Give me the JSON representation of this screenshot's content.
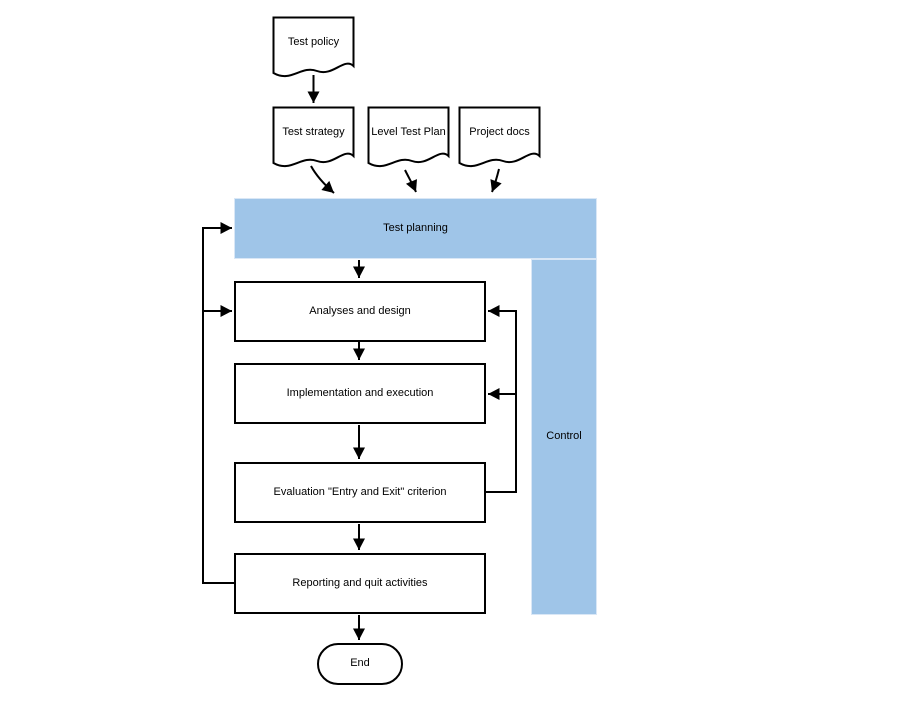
{
  "palette": {
    "band_fill": "#9FC5E8",
    "band_seam": "#D9E7F6",
    "stroke": "#000000",
    "node_fill": "#FFFFFF"
  },
  "documents": [
    {
      "label": "Test policy"
    },
    {
      "label": "Test strategy"
    },
    {
      "label": "Level Test Plan"
    },
    {
      "label": "Project docs"
    }
  ],
  "bands": {
    "planning_label": "Test planning",
    "control_label": "Control"
  },
  "steps": [
    {
      "label": "Analyses and design"
    },
    {
      "label": "Implementation and execution"
    },
    {
      "label": "Evaluation \"Entry and Exit\" criterion"
    },
    {
      "label": "Reporting and quit activities"
    }
  ],
  "terminator_label": "End"
}
